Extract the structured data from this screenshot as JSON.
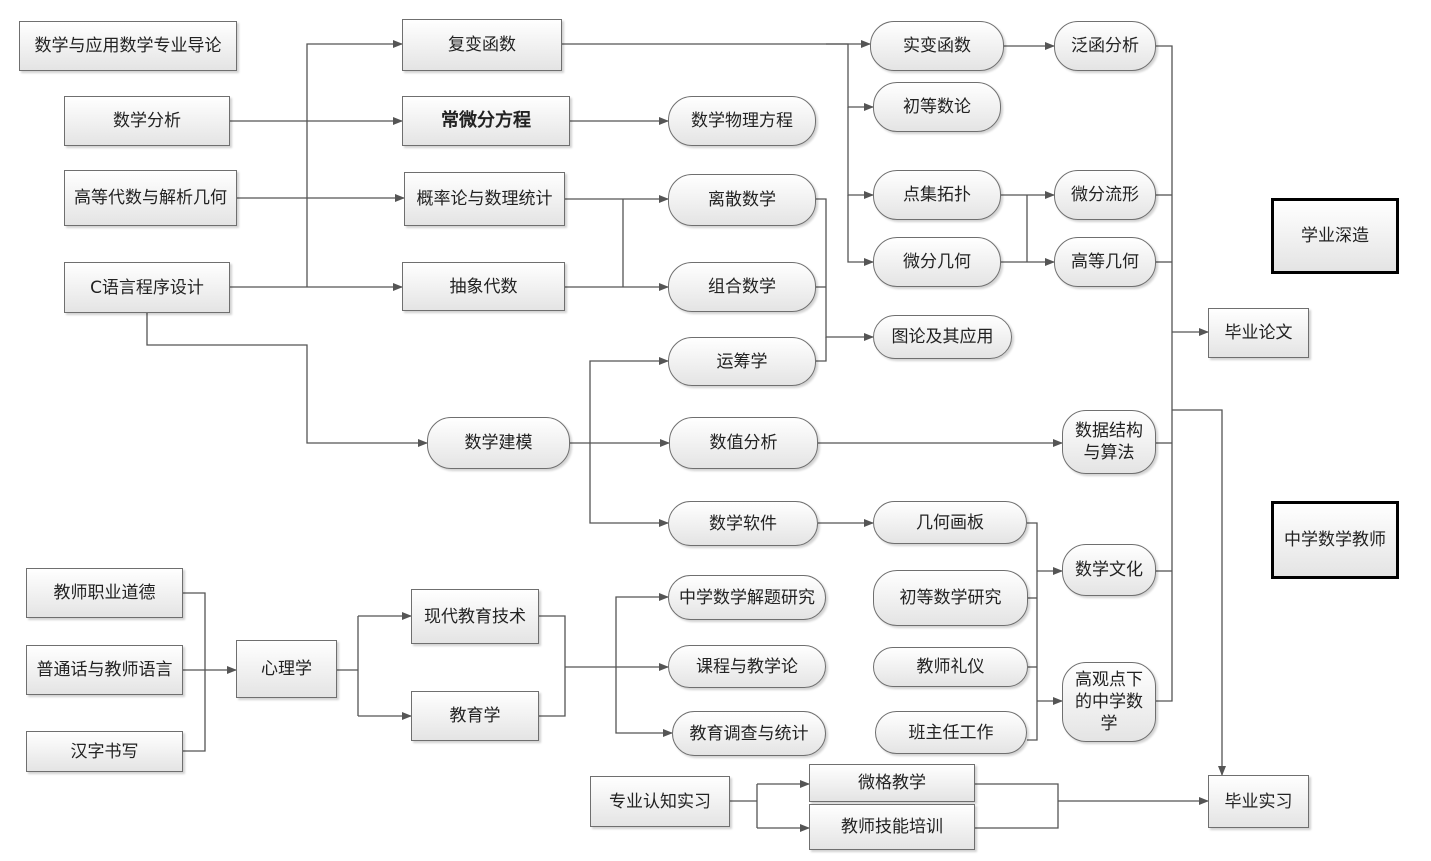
{
  "nodes": {
    "intro": "数学与应用数学专业导论",
    "analysis": "数学分析",
    "algebra_geometry": "高等代数与解析几何",
    "c_programming": "C语言程序设计",
    "complex_functions": "复变函数",
    "ode": "常微分方程",
    "probability": "概率论与数理统计",
    "abstract_algebra": "抽象代数",
    "modeling": "数学建模",
    "math_physics": "数学物理方程",
    "discrete_math": "离散数学",
    "combinatorics": "组合数学",
    "operations_research": "运筹学",
    "numerical_analysis": "数值分析",
    "math_software": "数学软件",
    "real_functions": "实变函数",
    "number_theory": "初等数论",
    "topology": "点集拓扑",
    "diff_geometry": "微分几何",
    "graph_theory": "图论及其应用",
    "geometry_board": "几何画板",
    "functional_analysis": "泛函分析",
    "diff_manifolds": "微分流形",
    "higher_geometry": "高等几何",
    "data_structures": "数据结构与算法",
    "math_culture": "数学文化",
    "elementary_math": "初等数学研究",
    "etiquette": "教师礼仪",
    "class_teacher": "班主任工作",
    "high_view": "高观点下的中学数学",
    "further_study": "学业深造",
    "thesis": "毕业论文",
    "hs_teacher": "中学数学教师",
    "ethics": "教师职业道德",
    "mandarin": "普通话与教师语言",
    "handwriting": "汉字书写",
    "psychology": "心理学",
    "modern_edtech": "现代教育技术",
    "pedagogy": "教育学",
    "problem_solving": "中学数学解题研究",
    "curriculum": "课程与教学论",
    "edu_survey": "教育调查与统计",
    "cognition_practice": "专业认知实习",
    "microteaching": "微格教学",
    "skills_training": "教师技能培训",
    "internship": "毕业实习"
  }
}
